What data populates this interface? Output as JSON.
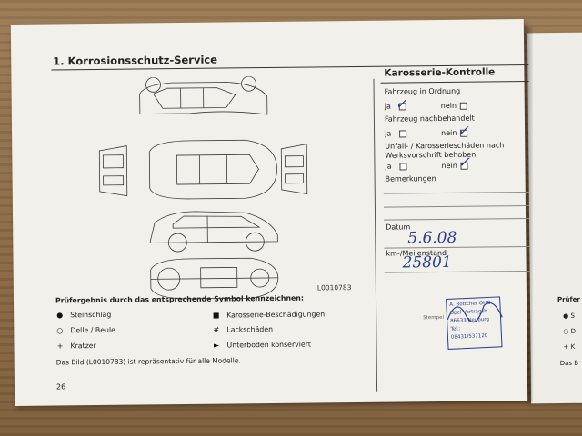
{
  "left_page": {
    "section_title": "1. Korrosionsschutz-Service",
    "diagram_icon": "car-outline-diagram",
    "image_code": "L0010783",
    "legend_title": "Prüfergebnis durch das entsprechende Symbol kennzeichnen:",
    "legend": [
      {
        "symbol": "●",
        "icon": "filled-dot-icon",
        "label": "Steinschlag"
      },
      {
        "symbol": "○",
        "icon": "open-circle-icon",
        "label": "Delle / Beule"
      },
      {
        "symbol": "+",
        "icon": "plus-icon",
        "label": "Kratzer"
      },
      {
        "symbol": "■",
        "icon": "filled-square-icon",
        "label": "Karosserie-Beschädigungen"
      },
      {
        "symbol": "#",
        "icon": "hash-icon",
        "label": "Lackschäden"
      },
      {
        "symbol": "►",
        "icon": "triangle-right-icon",
        "label": "Unterboden konserviert"
      }
    ],
    "note": "Das Bild (L0010783) ist repräsentativ für alle Modelle.",
    "page_number": "26"
  },
  "karosserie": {
    "title": "Karosserie-Kontrolle",
    "q1": "Fahrzeug in Ordnung",
    "q2": "Fahrzeug nachbehandelt",
    "q3_line1": "Unfall- / Karosserieschäden nach",
    "q3_line2": "Werksvorschrift behoben",
    "ja": "ja",
    "nein": "nein",
    "bemerkungen": "Bemerkungen",
    "datum_label": "Datum",
    "datum_value": "5.6.08",
    "km_label": "km-/Meilenstand",
    "km_value": "25801",
    "stempel_label": "Stempel",
    "stamp_lines": [
      "A. Böttcher OHG",
      "Opel Vertragsh.",
      "86633 Neuburg",
      "Tel.: 08431/537120"
    ]
  },
  "right_stub": {
    "items": [
      "Prüfer",
      "● S",
      "○ D",
      "+ K",
      "Das B"
    ]
  }
}
